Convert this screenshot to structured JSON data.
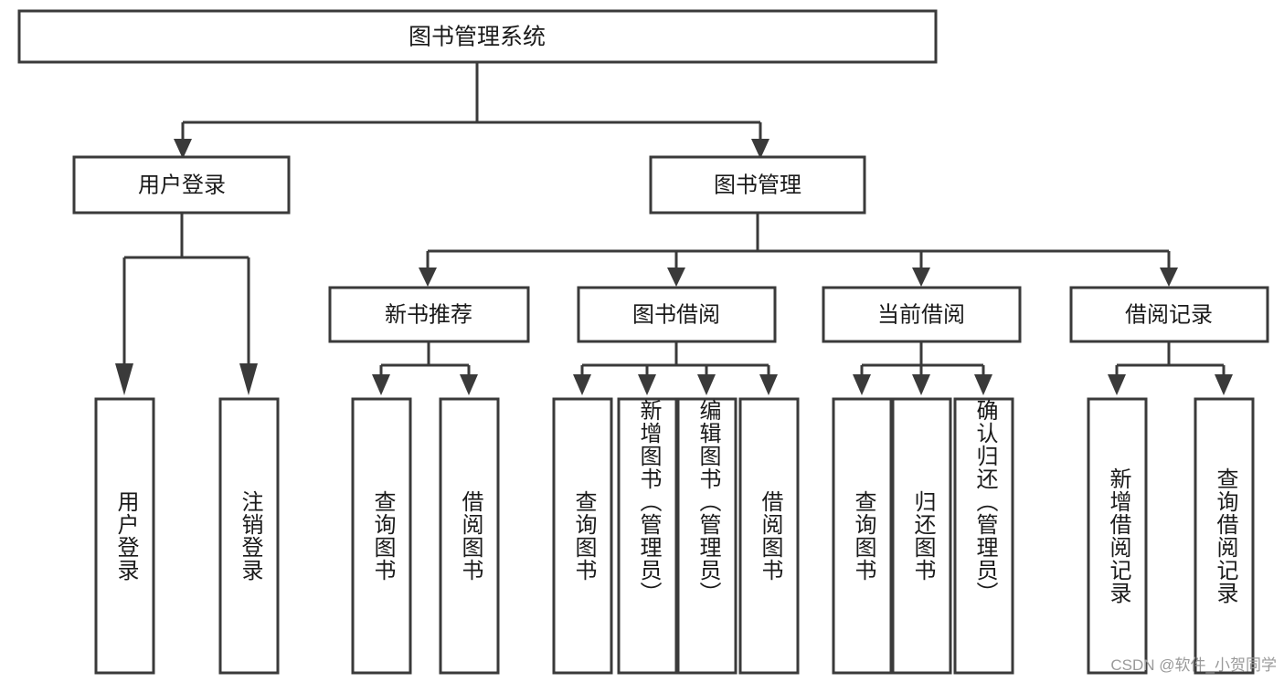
{
  "diagram": {
    "title_node": {
      "label": "图书管理系统"
    },
    "level2": [
      {
        "id": "user-login",
        "label": "用户登录"
      },
      {
        "id": "book-management",
        "label": "图书管理"
      }
    ],
    "level3": [
      {
        "id": "new-book-recommend",
        "label": "新书推荐"
      },
      {
        "id": "book-borrow",
        "label": "图书借阅"
      },
      {
        "id": "current-borrow",
        "label": "当前借阅"
      },
      {
        "id": "borrow-record",
        "label": "借阅记录"
      }
    ],
    "leaves": {
      "user_login": [
        {
          "id": "leaf-user-login",
          "label": "用户登录"
        },
        {
          "id": "leaf-logout-login",
          "label": "注销登录"
        }
      ],
      "new_book_recommend": [
        {
          "id": "leaf-query-book-1",
          "label": "查询图书"
        },
        {
          "id": "leaf-borrow-book-1",
          "label": "借阅图书"
        }
      ],
      "book_borrow": [
        {
          "id": "leaf-query-book-2",
          "label": "查询图书"
        },
        {
          "id": "leaf-add-book-admin",
          "label": "新增图书（管理员）"
        },
        {
          "id": "leaf-edit-book-admin",
          "label": "编辑图书（管理员）"
        },
        {
          "id": "leaf-borrow-book-2",
          "label": "借阅图书"
        }
      ],
      "current_borrow": [
        {
          "id": "leaf-query-book-3",
          "label": "查询图书"
        },
        {
          "id": "leaf-return-book",
          "label": "归还图书"
        },
        {
          "id": "leaf-confirm-return-admin",
          "label": "确认归还（管理员）"
        }
      ],
      "borrow_record": [
        {
          "id": "leaf-add-borrow-record",
          "label": "新增借阅记录"
        },
        {
          "id": "leaf-query-borrow-record",
          "label": "查询借阅记录"
        }
      ]
    },
    "colors": {
      "stroke": "#3a3a3a",
      "fill": "#ffffff",
      "text": "#1a1a1a",
      "watermark": "#9a9a9a"
    }
  },
  "watermark": {
    "text": "CSDN @软件_小贺同学"
  }
}
